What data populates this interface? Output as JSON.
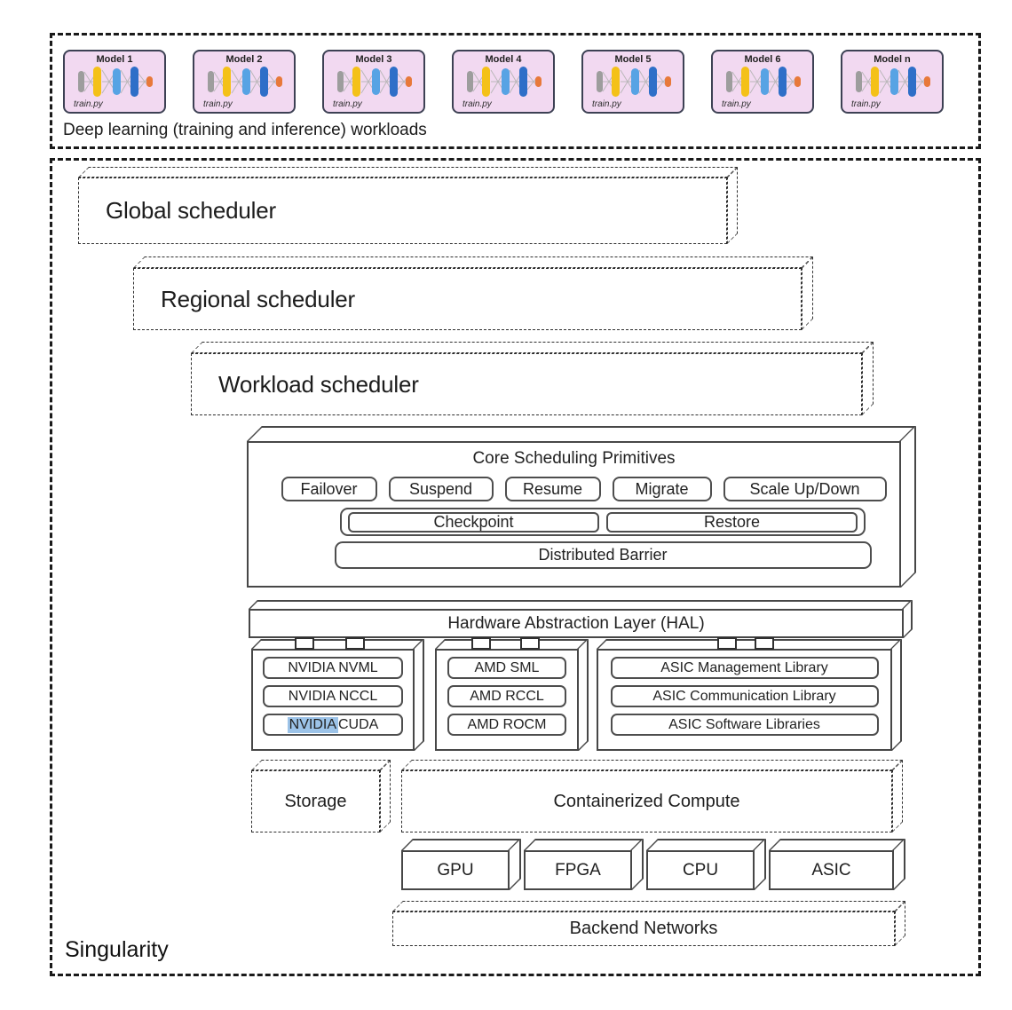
{
  "workloads": {
    "label": "Deep learning (training and inference) workloads",
    "models": [
      {
        "title": "Model 1",
        "script": "train.py"
      },
      {
        "title": "Model 2",
        "script": "train.py"
      },
      {
        "title": "Model 3",
        "script": "train.py"
      },
      {
        "title": "Model 4",
        "script": "train.py"
      },
      {
        "title": "Model 5",
        "script": "train.py"
      },
      {
        "title": "Model 6",
        "script": "train.py"
      },
      {
        "title": "Model n",
        "script": "train.py"
      }
    ]
  },
  "system": {
    "label": "Singularity",
    "schedulers": [
      {
        "label": "Global scheduler"
      },
      {
        "label": "Regional scheduler"
      },
      {
        "label": "Workload scheduler"
      }
    ],
    "core_primitives": {
      "title": "Core Scheduling Primitives",
      "row1": [
        {
          "text": "Failover"
        },
        {
          "text": "Suspend"
        },
        {
          "text": "Resume"
        },
        {
          "text": "Migrate"
        },
        {
          "text": "Scale Up/Down"
        }
      ],
      "row2": [
        {
          "text": "Checkpoint"
        },
        {
          "text": "Restore"
        }
      ],
      "row3": "Distributed Barrier"
    },
    "hal": {
      "label": "Hardware Abstraction Layer (HAL)"
    },
    "vendor_libs": {
      "nvidia": {
        "items": [
          {
            "text": "NVIDIA NVML"
          },
          {
            "text": "NVIDIA NCCL"
          },
          {
            "hl": "NVIDIA",
            "rest": " CUDA"
          }
        ]
      },
      "amd": {
        "items": [
          {
            "text": "AMD SML"
          },
          {
            "text": "AMD RCCL"
          },
          {
            "text": "AMD ROCM"
          }
        ]
      },
      "asic": {
        "items": [
          {
            "text": "ASIC Management Library"
          },
          {
            "text": "ASIC Communication Library"
          },
          {
            "text": "ASIC Software Libraries"
          }
        ]
      }
    },
    "infra": {
      "storage": "Storage",
      "compute": "Containerized Compute"
    },
    "hardware": [
      {
        "text": "GPU"
      },
      {
        "text": "FPGA"
      },
      {
        "text": "CPU"
      },
      {
        "text": "ASIC"
      }
    ],
    "network": "Backend Networks"
  },
  "colors": {
    "model_card_bg": "#f2d9f1",
    "highlight_blue": "#9cc3e8",
    "nn_gray": "#9d9d9d",
    "nn_yellow": "#f4c118",
    "nn_light_blue": "#57a3e4",
    "nn_blue": "#2e6fc8",
    "nn_orange": "#e8793a"
  }
}
